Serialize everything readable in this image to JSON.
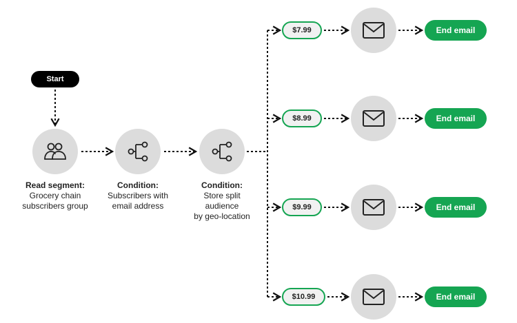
{
  "start": {
    "label": "Start"
  },
  "nodes": [
    {
      "id": "read-segment",
      "icon": "users-icon",
      "title": "Read segment:",
      "lines": [
        "Grocery chain",
        "subscribers group"
      ]
    },
    {
      "id": "condition-email",
      "icon": "split-icon",
      "title": "Condition:",
      "lines": [
        "Subscribers with",
        "email address"
      ]
    },
    {
      "id": "condition-geo",
      "icon": "split-icon",
      "title": "Condition:",
      "lines": [
        "Store split",
        "audience",
        "by geo-location"
      ]
    }
  ],
  "branches": [
    {
      "price": "$7.99",
      "icon": "mail-icon",
      "end": "End email"
    },
    {
      "price": "$8.99",
      "icon": "mail-icon",
      "end": "End email"
    },
    {
      "price": "$9.99",
      "icon": "mail-icon",
      "end": "End email"
    },
    {
      "price": "$10.99",
      "icon": "mail-icon",
      "end": "End email"
    }
  ],
  "colors": {
    "accent": "#15a552",
    "node": "#dcdcdc",
    "start": "#000000",
    "line": "#111111",
    "pill_fill": "#f1f1f1"
  }
}
